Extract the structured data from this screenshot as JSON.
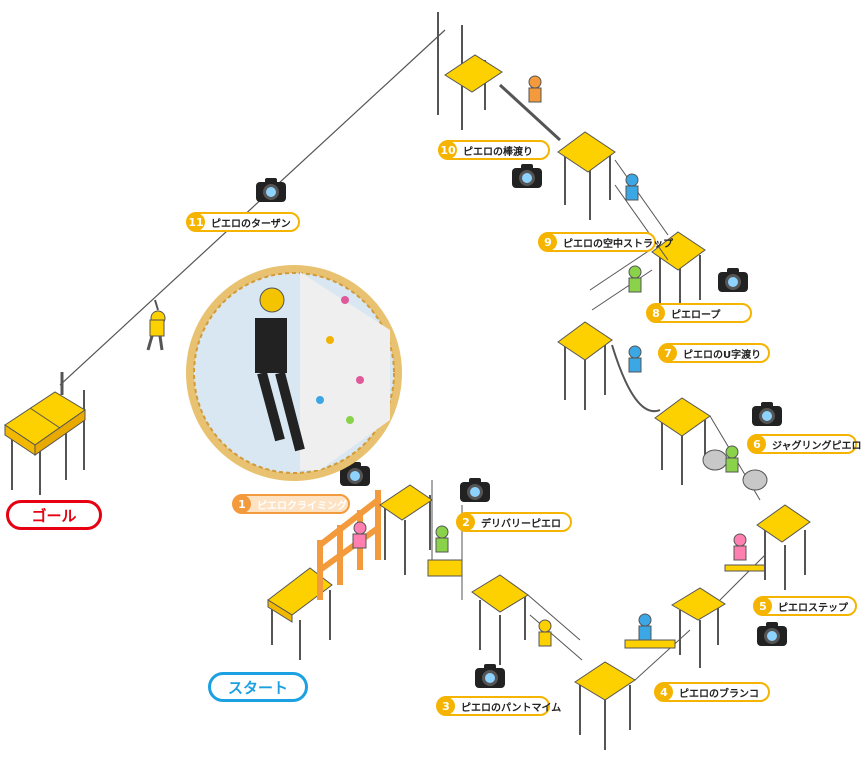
{
  "labels": {
    "goal": "ゴール",
    "start": "スタート",
    "stations": [
      {
        "num": "1",
        "text": "ピエロクライミング"
      },
      {
        "num": "2",
        "text": "デリバリーピエロ"
      },
      {
        "num": "3",
        "text": "ピエロのパントマイム"
      },
      {
        "num": "4",
        "text": "ピエロのブランコ"
      },
      {
        "num": "5",
        "text": "ピエロステップ"
      },
      {
        "num": "6",
        "text": "ジャグリングピエロ"
      },
      {
        "num": "7",
        "text": "ピエロのU字渡り"
      },
      {
        "num": "8",
        "text": "ピエロープ"
      },
      {
        "num": "9",
        "text": "ピエロの空中ストラップ"
      },
      {
        "num": "10",
        "text": "ピエロの棒渡り"
      },
      {
        "num": "11",
        "text": "ピエロのターザン"
      }
    ]
  },
  "colors": {
    "platform": "#fdd000",
    "platform_side": "#f2b800",
    "leg": "#f2f2f2",
    "climbing_frame": "#f39a3c",
    "goal": "#e60012",
    "start": "#1ba1e2",
    "badge": "#f5b400"
  },
  "icons": [
    "camera-icon",
    "climbing-photo"
  ]
}
